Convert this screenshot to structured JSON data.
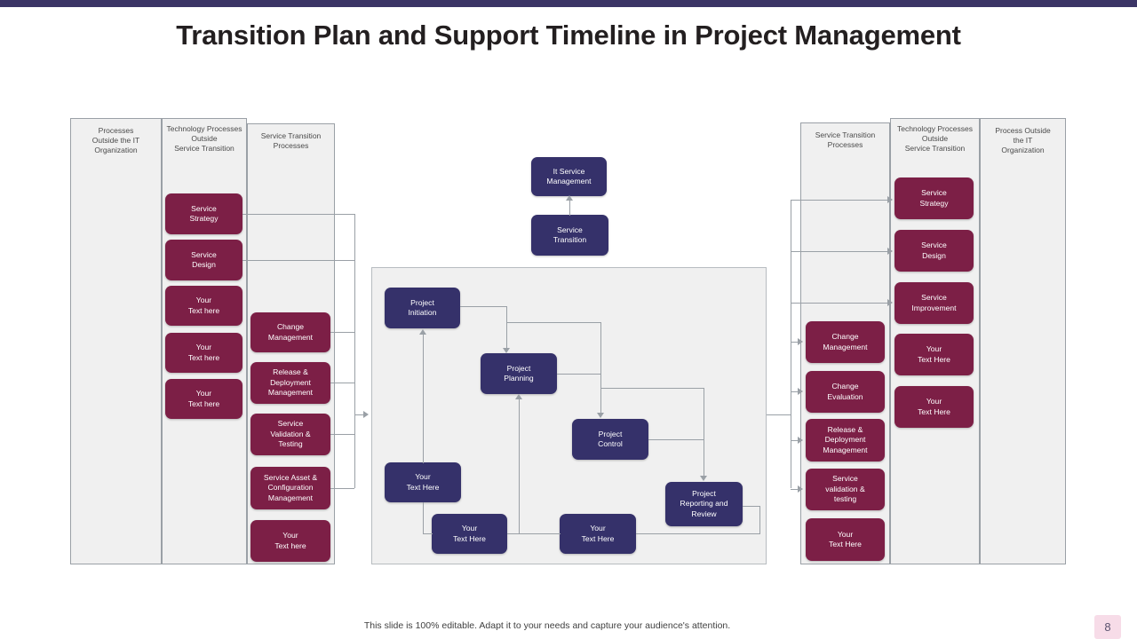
{
  "slide": {
    "title": "Transition Plan and Support Timeline in Project Management",
    "accent_navy": "#35316a",
    "accent_maroon": "#7c1f46",
    "topbar_color": "#3b3566",
    "panel_fill": "#f0f0f0",
    "connector_color": "#9aa0a6"
  },
  "footer": {
    "note": "This slide is 100% editable. Adapt it to your needs and capture your audience's attention.",
    "page_number": "8"
  },
  "left_group": {
    "panels": [
      {
        "title": "Processes\nOutside the IT\nOrganization"
      },
      {
        "title": "Technology Processes\nOutside\nService Transition"
      },
      {
        "title": "Service Transition\nProcesses"
      }
    ],
    "tech_nodes": [
      {
        "label": "Service\nStrategy"
      },
      {
        "label": "Service\nDesign"
      },
      {
        "label": "Your\nText here"
      },
      {
        "label": "Your\nText here"
      },
      {
        "label": "Your\nText here"
      }
    ],
    "transition_nodes": [
      {
        "label": "Change\nManagement"
      },
      {
        "label": "Release &\nDeployment\nManagement"
      },
      {
        "label": "Service\nValidation &\nTesting"
      },
      {
        "label": "Service Asset &\nConfiguration\nManagement"
      },
      {
        "label": "Your\nText here"
      }
    ]
  },
  "top_nodes": [
    {
      "label": "It Service\nManagement"
    },
    {
      "label": "Service\nTransition"
    }
  ],
  "center": {
    "nodes": [
      {
        "label": "Project\nInitiation"
      },
      {
        "label": "Project\nPlanning"
      },
      {
        "label": "Project\nControl"
      },
      {
        "label": "Project\nReporting and\nReview"
      },
      {
        "label": "Your\nText Here"
      },
      {
        "label": "Your\nText Here"
      },
      {
        "label": "Your\nText Here"
      }
    ]
  },
  "right_group": {
    "panels": [
      {
        "title": "Service Transition\nProcesses"
      },
      {
        "title": "Technology Processes\nOutside\nService Transition"
      },
      {
        "title": "Process Outside\nthe IT\nOrganization"
      }
    ],
    "transition_nodes": [
      {
        "label": "Change\nManagement"
      },
      {
        "label": "Change\nEvaluation"
      },
      {
        "label": "Release &\nDeployment\nManagement"
      },
      {
        "label": "Service\nvalidation &\ntesting"
      },
      {
        "label": "Your\nText Here"
      }
    ],
    "tech_nodes": [
      {
        "label": "Service\nStrategy"
      },
      {
        "label": "Service\nDesign"
      },
      {
        "label": "Service\nImprovement"
      },
      {
        "label": "Your\nText Here"
      },
      {
        "label": "Your\nText Here"
      }
    ]
  }
}
